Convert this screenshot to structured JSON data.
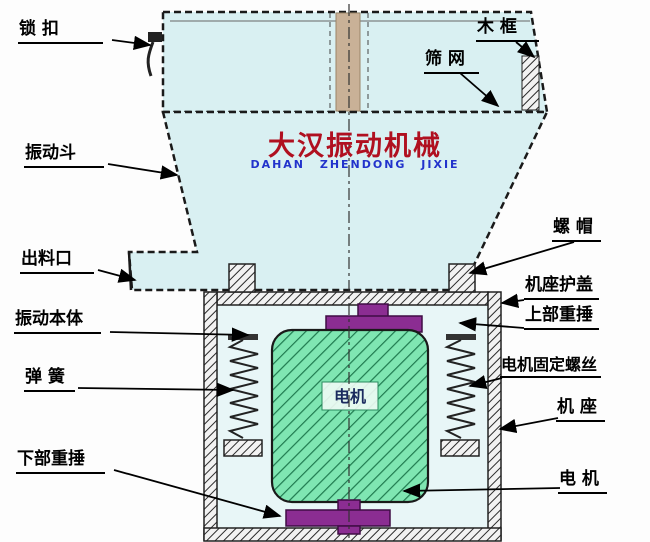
{
  "diagram": {
    "watermark_title": "大汉振动机械",
    "watermark_subtitle": "DAHAN ZHENDONG JIXIE",
    "motor_text": "电机"
  },
  "labels": {
    "lock_buckle": "锁 扣",
    "wood_frame": "木 框",
    "sieve_mesh": "筛 网",
    "vibrating_hopper": "振动斗",
    "discharge_outlet": "出料口",
    "vibration_body": "振动本体",
    "spring": "弹 簧",
    "lower_weight": "下部重捶",
    "nut": "螺 帽",
    "base_cover": "机座护盖",
    "upper_weight": "上部重捶",
    "motor_fixing_screw": "电机固定螺丝",
    "machine_base": "机 座",
    "motor": "电 机"
  },
  "colors": {
    "machine_fill": "#d9f0f2",
    "body_interior": "#e8f6f7",
    "motor_green": "#7fe6b2",
    "motor_hatch": "#1f7a4f",
    "weight_purple": "#8b2d92",
    "frame_tan": "#c9b197",
    "watermark_red": "#b01020",
    "watermark_blue": "#2233cc",
    "line_black": "#1a1a1a"
  }
}
